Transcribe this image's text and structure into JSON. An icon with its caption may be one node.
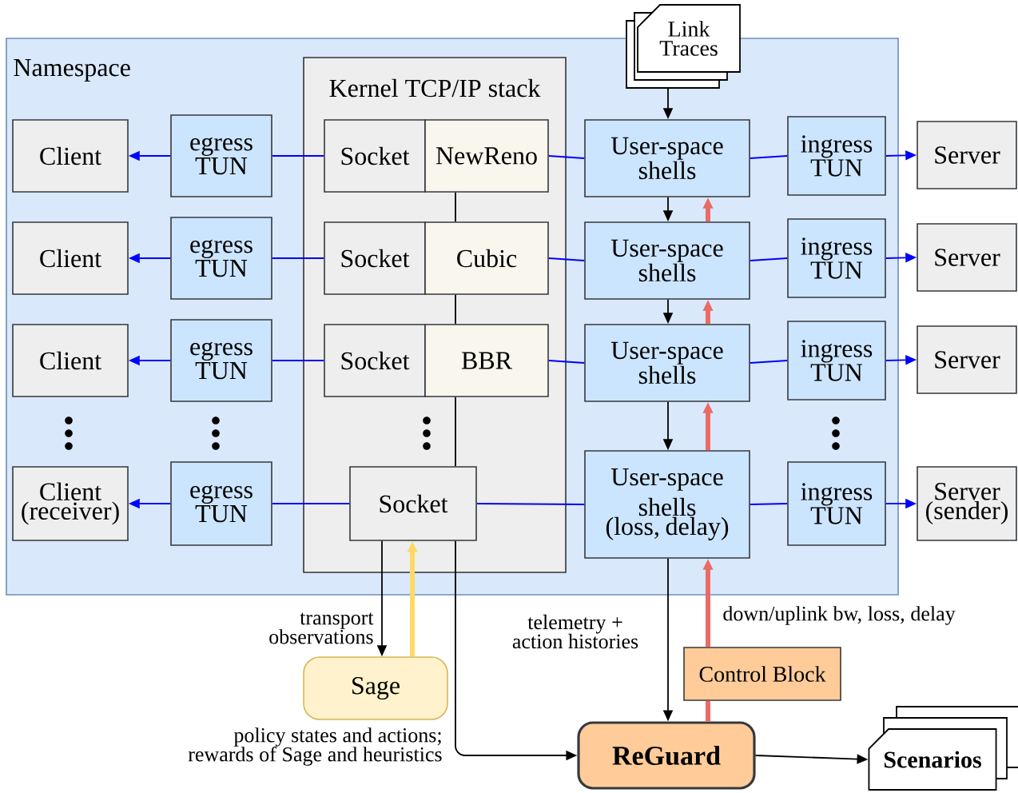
{
  "diagram": {
    "nodes": [
      {
        "text": [
          "Namespace"
        ]
      },
      {
        "text": [
          "Kernel TCP/IP stack"
        ],
        "in": 0
      },
      {
        "text": [
          "Link Traces"
        ]
      },
      {
        "text": [
          "Client"
        ],
        "in": 0
      },
      {
        "text": [
          "egress TUN"
        ],
        "in": 0
      },
      {
        "text": [
          "Socket"
        ],
        "in": 1
      },
      {
        "text": [
          "NewReno"
        ],
        "in": 1
      },
      {
        "text": [
          "User-space shells"
        ],
        "in": 0
      },
      {
        "text": [
          "ingress TUN"
        ],
        "in": 0
      },
      {
        "text": [
          "Server"
        ]
      },
      {
        "text": [
          "Client"
        ],
        "in": 0
      },
      {
        "text": [
          "egress TUN"
        ],
        "in": 0
      },
      {
        "text": [
          "Socket"
        ],
        "in": 1
      },
      {
        "text": [
          "Cubic"
        ],
        "in": 1
      },
      {
        "text": [
          "User-space shells"
        ],
        "in": 0
      },
      {
        "text": [
          "ingress TUN"
        ],
        "in": 0
      },
      {
        "text": [
          "Server"
        ]
      },
      {
        "text": [
          "Client"
        ],
        "in": 0
      },
      {
        "text": [
          "egress TUN"
        ],
        "in": 0
      },
      {
        "text": [
          "Socket"
        ],
        "in": 1
      },
      {
        "text": [
          "BBR"
        ],
        "in": 1
      },
      {
        "text": [
          "User-space shells"
        ],
        "in": 0
      },
      {
        "text": [
          "ingress TUN"
        ],
        "in": 0
      },
      {
        "text": [
          "Server"
        ]
      },
      {
        "text": [
          "Client (receiver)"
        ],
        "in": 0
      },
      {
        "text": [
          "egress TUN"
        ],
        "in": 0
      },
      {
        "text": [
          "Socket"
        ],
        "in": 1
      },
      {
        "text": [
          "User-space shells",
          "(loss, delay)"
        ],
        "in": 0
      },
      {
        "text": [
          "ingress TUN"
        ],
        "in": 0
      },
      {
        "text": [
          "Server (sender)"
        ]
      },
      {
        "text": [
          "Sage"
        ]
      },
      {
        "text": [
          "Control Block"
        ]
      },
      {
        "text": [
          "ReGuard"
        ]
      },
      {
        "text": [
          "Scenarios"
        ]
      }
    ],
    "edges": [
      {
        "from": 4,
        "to": 3,
        "arrow": "to"
      },
      {
        "from": 4,
        "to": 5,
        "arrow": "none"
      },
      {
        "from": 6,
        "to": 7,
        "arrow": "none"
      },
      {
        "from": 7,
        "to": 8,
        "arrow": "none"
      },
      {
        "from": 8,
        "to": 9,
        "arrow": "to"
      },
      {
        "from": 11,
        "to": 10,
        "arrow": "to"
      },
      {
        "from": 11,
        "to": 12,
        "arrow": "none"
      },
      {
        "from": 13,
        "to": 14,
        "arrow": "none"
      },
      {
        "from": 14,
        "to": 15,
        "arrow": "none"
      },
      {
        "from": 15,
        "to": 16,
        "arrow": "to"
      },
      {
        "from": 18,
        "to": 17,
        "arrow": "to"
      },
      {
        "from": 18,
        "to": 19,
        "arrow": "none"
      },
      {
        "from": 20,
        "to": 21,
        "arrow": "none"
      },
      {
        "from": 21,
        "to": 22,
        "arrow": "none"
      },
      {
        "from": 22,
        "to": 23,
        "arrow": "to"
      },
      {
        "from": 25,
        "to": 24,
        "arrow": "to"
      },
      {
        "from": 25,
        "to": 26,
        "arrow": "none"
      },
      {
        "from": 26,
        "to": 27,
        "arrow": "none"
      },
      {
        "from": 27,
        "to": 28,
        "arrow": "none"
      },
      {
        "from": 28,
        "to": 29,
        "arrow": "to"
      },
      {
        "from": 6,
        "to": 13,
        "arrow": "none",
        "color": "#000000"
      },
      {
        "from": 13,
        "to": 20,
        "arrow": "none",
        "color": "#000000"
      },
      {
        "from": 20,
        "to": 26,
        "arrow": "none",
        "color": "#000000"
      },
      {
        "from": 2,
        "to": 7,
        "arrow": "to",
        "color": "#000000"
      },
      {
        "from": 7,
        "to": 14,
        "arrow": "to",
        "color": "#000000"
      },
      {
        "from": 14,
        "to": 21,
        "arrow": "to",
        "color": "#000000"
      },
      {
        "from": 21,
        "to": 27,
        "arrow": "to",
        "color": "#000000"
      },
      {
        "from": 14,
        "to": 7,
        "arrow": "to",
        "style": "thick",
        "color": "#ea6b66"
      },
      {
        "from": 21,
        "to": 14,
        "arrow": "to",
        "style": "thick",
        "color": "#ea6b66"
      },
      {
        "from": 27,
        "to": 21,
        "arrow": "to",
        "style": "thick",
        "color": "#ea6b66"
      },
      {
        "from": 26,
        "to": 30,
        "arrow": "to",
        "color": "#000000",
        "label": "transport observations"
      },
      {
        "from": 30,
        "to": 26,
        "arrow": "to",
        "style": "thick",
        "color": "#ffd966"
      },
      {
        "from": 26,
        "to": 32,
        "arrow": "to",
        "color": "#000000",
        "label": "policy states and actions; rewards of Sage and heuristics"
      },
      {
        "from": 27,
        "to": 32,
        "arrow": "to",
        "color": "#000000",
        "label": "telemetry + action histories"
      },
      {
        "from": 32,
        "to": 31,
        "arrow": "none",
        "style": "thick",
        "color": "#ea6b66"
      },
      {
        "from": 31,
        "to": 27,
        "arrow": "to",
        "style": "thick",
        "color": "#ea6b66",
        "label": "down/uplink bw, loss, delay"
      },
      {
        "from": 32,
        "to": 33,
        "arrow": "to",
        "color": "#000000"
      }
    ]
  }
}
